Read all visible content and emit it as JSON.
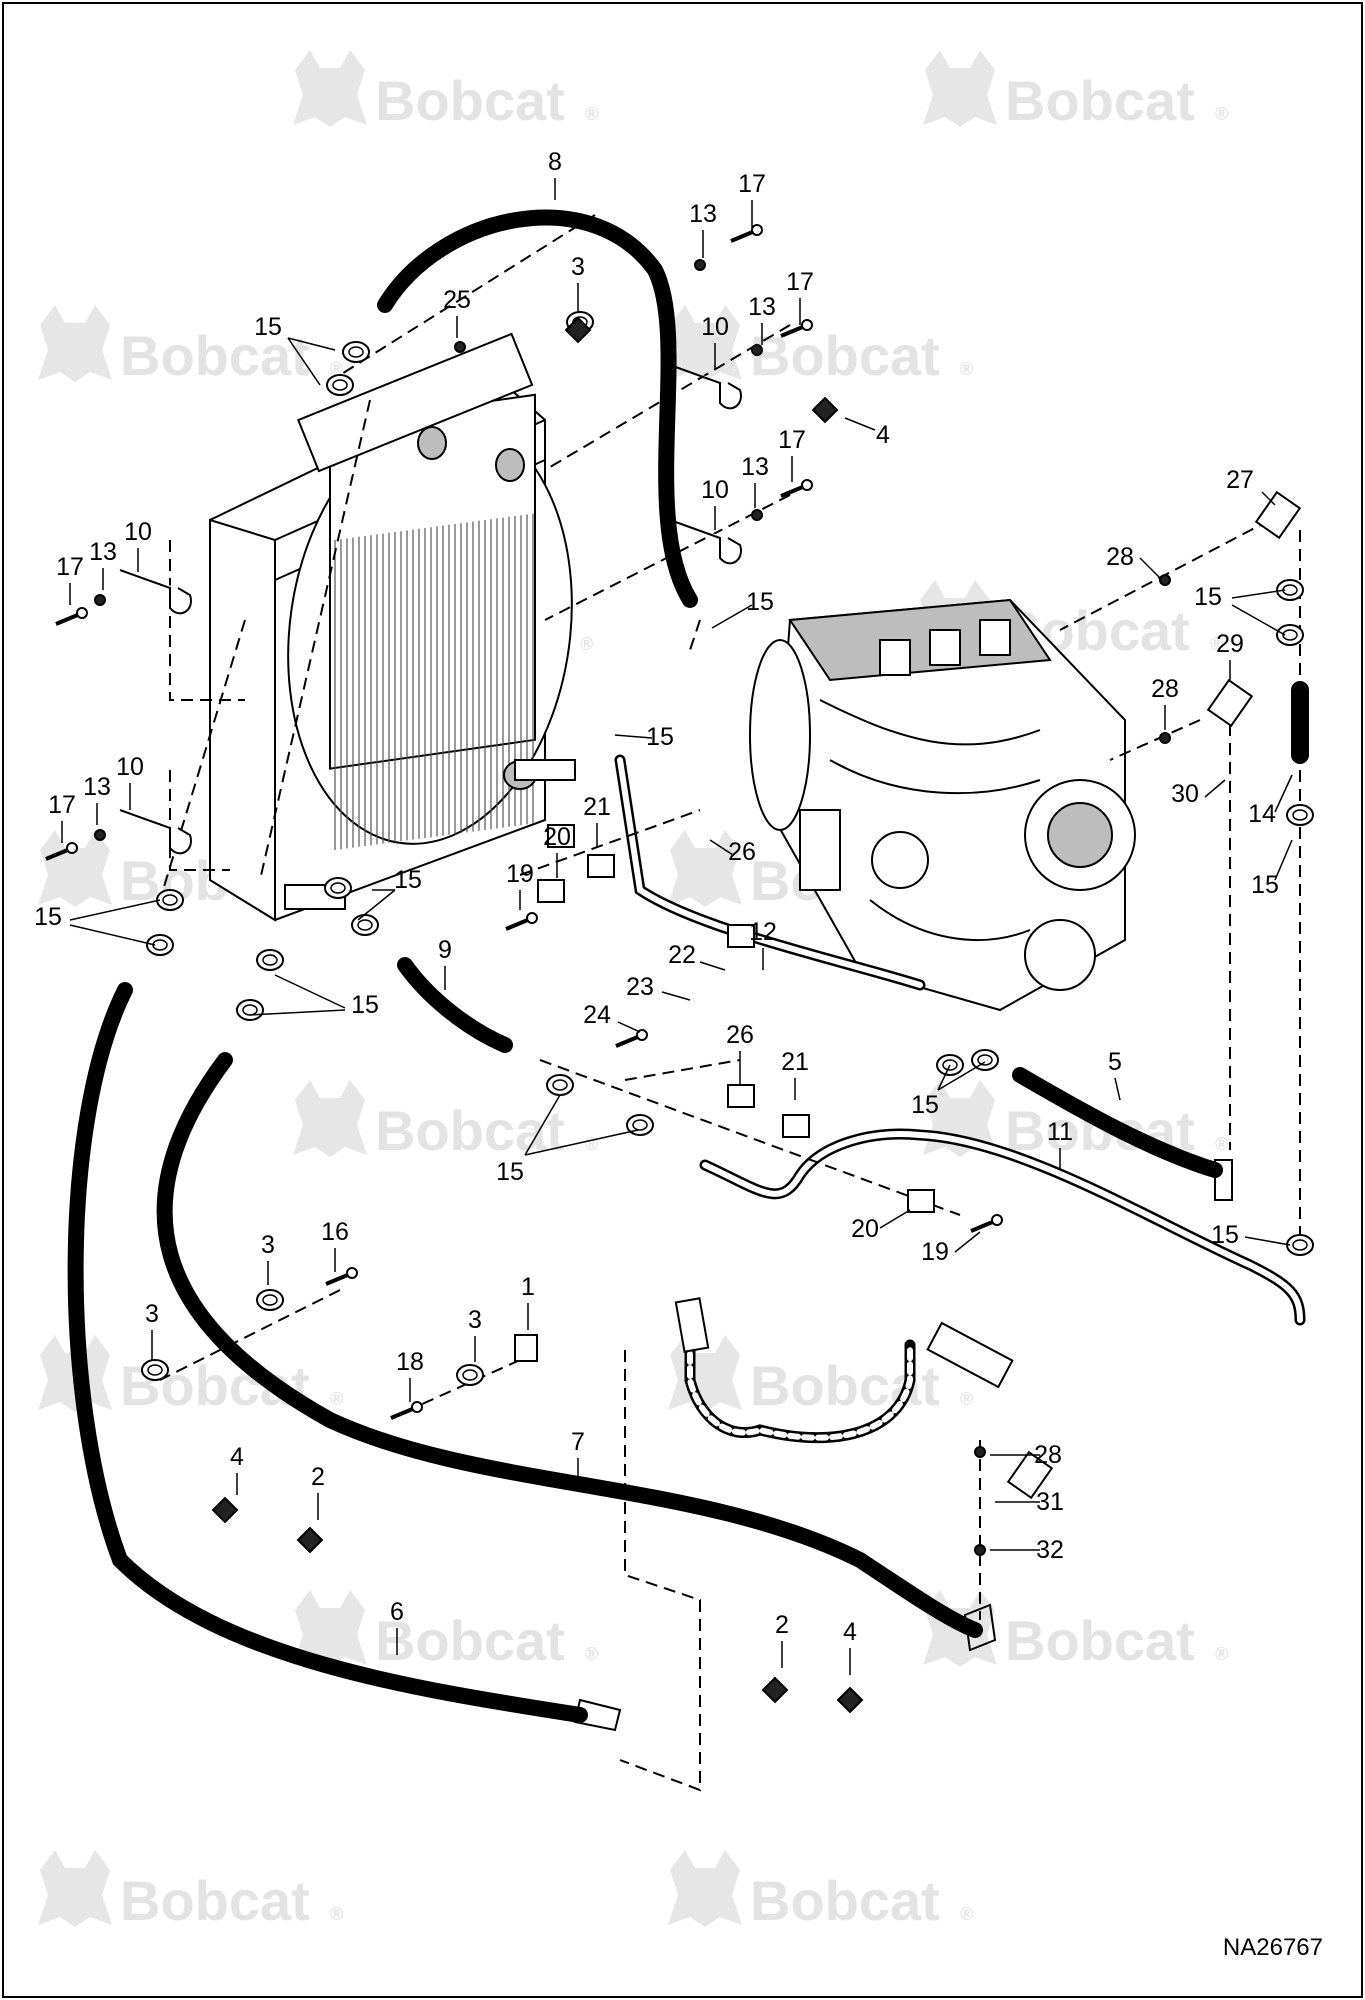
{
  "watermark": {
    "brand": "Bobcat",
    "mark": "®"
  },
  "document_id": "NA26767",
  "callouts": [
    "1",
    "2",
    "3",
    "4",
    "5",
    "6",
    "7",
    "8",
    "9",
    "10",
    "11",
    "12",
    "13",
    "14",
    "15",
    "16",
    "17",
    "18",
    "19",
    "20",
    "21",
    "22",
    "23",
    "24",
    "25",
    "26",
    "27",
    "28",
    "29",
    "30",
    "31",
    "32"
  ]
}
